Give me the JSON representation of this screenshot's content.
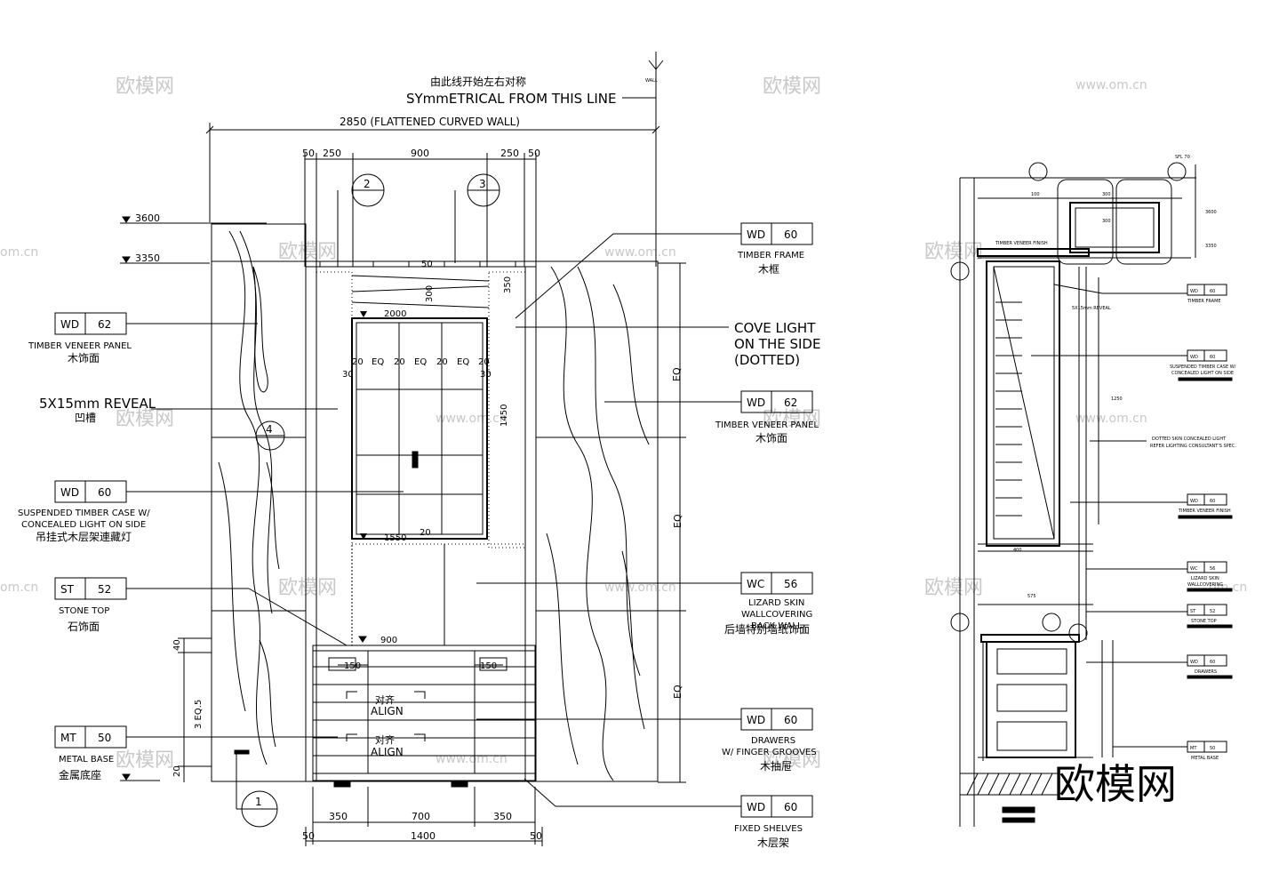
{
  "symmetry_note": {
    "cn": "由此线开始左右对称",
    "en": "SYmmETRICAL FROM THIS LINE",
    "wall_tag": "WALL"
  },
  "top_dimension": "2850 (FLATTENED CURVED WALL)",
  "upper_dimensions": [
    "50",
    "250",
    "900",
    "250",
    "50"
  ],
  "lower_dimensions": [
    "350",
    "700",
    "350"
  ],
  "bottom_dimensions": [
    "50",
    "1400",
    "50"
  ],
  "levels": [
    "3600",
    "3350"
  ],
  "section_markers": [
    "2",
    "3",
    "4",
    "1"
  ],
  "window_dimensions": {
    "width_top": "2000",
    "bay_labels": [
      "20",
      "EQ",
      "20",
      "EQ",
      "20",
      "EQ",
      "20"
    ],
    "height": "1450",
    "width_bottom": "1550",
    "top_offset": "300",
    "side": "350",
    "small_a": "50",
    "small_b": "30",
    "small_c": "20"
  },
  "counter_dimensions": {
    "top_width": "900",
    "left_gap": "150",
    "right_gap": "150",
    "height_label": "3 EQ.5",
    "plinth": "20",
    "top": "40"
  },
  "right_dimensions": [
    "EQ",
    "EQ",
    "EQ"
  ],
  "align_labels": [
    {
      "cn": "对齐",
      "en": "ALIGN"
    },
    {
      "cn": "对齐",
      "en": "ALIGN"
    }
  ],
  "left_callouts": [
    {
      "code": "WD",
      "num": "62",
      "en": "TIMBER VENEER PANEL",
      "cn": "木饰面"
    },
    {
      "code": "",
      "num": "",
      "en": "5X15mm REVEAL",
      "cn": "凹槽"
    },
    {
      "code": "WD",
      "num": "60",
      "en": "SUSPENDED TIMBER CASE W/",
      "en2": "CONCEALED LIGHT ON SIDE",
      "cn": "吊挂式木层架連藏灯"
    },
    {
      "code": "ST",
      "num": "52",
      "en": "STONE TOP",
      "cn": "石饰面"
    },
    {
      "code": "MT",
      "num": "50",
      "en": "METAL BASE",
      "cn": "金属底座"
    }
  ],
  "right_callouts": [
    {
      "code": "WD",
      "num": "60",
      "en": "TIMBER FRAME",
      "cn": "木框"
    },
    {
      "code": "",
      "num": "",
      "en": "COVE LIGHT",
      "en2": "ON THE SIDE",
      "en3": "(DOTTED)",
      "cn": ""
    },
    {
      "code": "WD",
      "num": "62",
      "en": "TIMBER VENEER PANEL",
      "cn": "木饰面"
    },
    {
      "code": "WC",
      "num": "56",
      "en": "LIZARD SKIN",
      "en2": "WALLCOVERING",
      "en3": "BACK WALL",
      "cn": "后墙特别墙纸饰面"
    },
    {
      "code": "WD",
      "num": "60",
      "en": "DRAWERS",
      "en2": "W/ FINGER GROOVES",
      "cn": "木抽屉"
    },
    {
      "code": "WD",
      "num": "60",
      "en": "FIXED SHELVES",
      "cn": "木层架"
    }
  ],
  "section_callouts": [
    {
      "code": "WD",
      "num": "60",
      "en": "TIMBER FRAME"
    },
    {
      "code": "WD",
      "num": "60",
      "en": "SUSPENDED TIMBER CASE W/",
      "en2": "CONCEALED LIGHT ON SIDE"
    },
    {
      "code": "",
      "num": "",
      "en": "DOTTED SKIN CONCEALED LIGHT",
      "en2": "REFER LIGHTING CONSULTANT'S SPEC."
    },
    {
      "code": "WD",
      "num": "60",
      "en": "TIMBER VENEER FINISH"
    },
    {
      "code": "WC",
      "num": "56",
      "en": "LIZARD SKIN",
      "en2": "WALLCOVERING"
    },
    {
      "code": "ST",
      "num": "52",
      "en": "STONE TOP"
    },
    {
      "code": "WD",
      "num": "60",
      "en": "DRAWERS"
    },
    {
      "code": "MT",
      "num": "50",
      "en": "METAL BASE"
    }
  ],
  "section_notes": {
    "timber_veneer": "TIMBER VENEER FINISH",
    "reveal": "5X15mm REVEAL",
    "dims": [
      "100",
      "300",
      "300",
      "400",
      "575",
      "1250",
      "3350",
      "3600",
      "SFL 70"
    ]
  },
  "watermarks": {
    "logo": "欧模网",
    "url": "www.om.cn",
    "url_partial": "om.cn",
    "big_logo": "欧模网"
  },
  "colors": {
    "line": "#000000",
    "watermark": "#c8c8c8",
    "background": "#ffffff"
  }
}
